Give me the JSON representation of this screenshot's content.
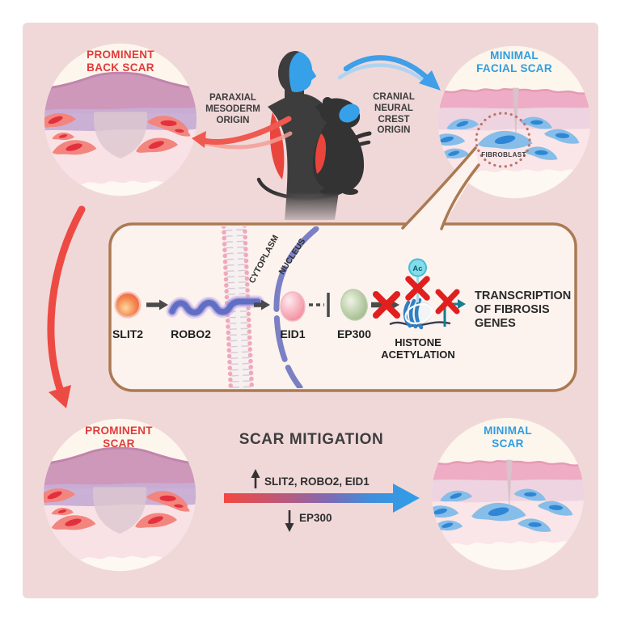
{
  "figure": {
    "top_left_scar": {
      "line1": "PROMINENT",
      "line2": "BACK SCAR"
    },
    "top_right_scar": {
      "line1": "MINIMAL",
      "line2": "FACIAL SCAR",
      "fibroblast": "FIBROBLAST"
    },
    "bottom_left_scar": {
      "line1": "PROMINENT",
      "line2": "SCAR"
    },
    "bottom_right_scar": {
      "line1": "MINIMAL",
      "line2": "SCAR"
    },
    "origin_left": {
      "line1": "PARAXIAL",
      "line2": "MESODERM",
      "line3": "ORIGIN"
    },
    "origin_right": {
      "line1": "CRANIAL",
      "line2": "NEURAL",
      "line3": "CREST",
      "line4": "ORIGIN"
    },
    "pathway": {
      "slit2": "SLIT2",
      "robo2": "ROBO2",
      "cytoplasm": "CYTOPLASM",
      "nucleus": "NUCLEUS",
      "eid1": "EID1",
      "ep300": "EP300",
      "ac": "Ac",
      "histone_line1": "HISTONE",
      "histone_line2": "ACETYLATION",
      "transcription_line1": "TRANSCRIPTION",
      "transcription_line2": "OF FIBROSIS",
      "transcription_line3": "GENES"
    },
    "mitigation": {
      "title": "SCAR MITIGATION",
      "up_genes": "SLIT2, ROBO2, EID1",
      "down_gene": "EP300"
    }
  },
  "colors": {
    "scar_red": "#e23b3b",
    "scar_blue": "#2f9ce0",
    "background_pink": "#f0d8d9",
    "circle_cream": "#fdf6ec",
    "panel_fill": "#fcf2ee",
    "panel_border": "#aa7a52",
    "arrow_red": "#ee4a44",
    "arrow_blue": "#3f9fe8",
    "inhibit_x_red": "#e01f1f",
    "origin_text": "#3d3d3d"
  }
}
